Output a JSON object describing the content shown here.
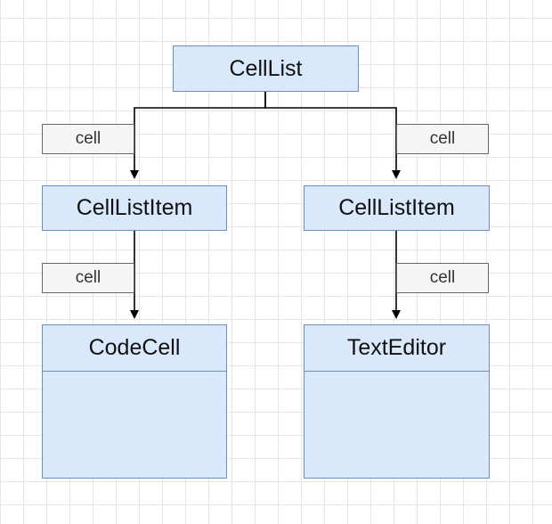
{
  "diagram": {
    "nodes": {
      "root": {
        "label": "CellList"
      },
      "item_left": {
        "label": "CellListItem"
      },
      "item_right": {
        "label": "CellListItem"
      },
      "code_cell": {
        "label": "CodeCell"
      },
      "text_editor": {
        "label": "TextEditor"
      }
    },
    "edge_labels": {
      "root_to_left": "cell",
      "root_to_right": "cell",
      "left_to_code": "cell",
      "right_to_editor": "cell"
    },
    "edges": [
      {
        "from": "CellList",
        "to": "CellListItem (left)",
        "label": "cell"
      },
      {
        "from": "CellList",
        "to": "CellListItem (right)",
        "label": "cell"
      },
      {
        "from": "CellListItem (left)",
        "to": "CodeCell",
        "label": "cell"
      },
      {
        "from": "CellListItem (right)",
        "to": "TextEditor",
        "label": "cell"
      }
    ],
    "colors": {
      "node_fill": "#dae8fc",
      "node_stroke": "#6c8ebf",
      "label_fill": "#f5f5f5",
      "label_stroke": "#666666",
      "connector": "#000000"
    }
  }
}
